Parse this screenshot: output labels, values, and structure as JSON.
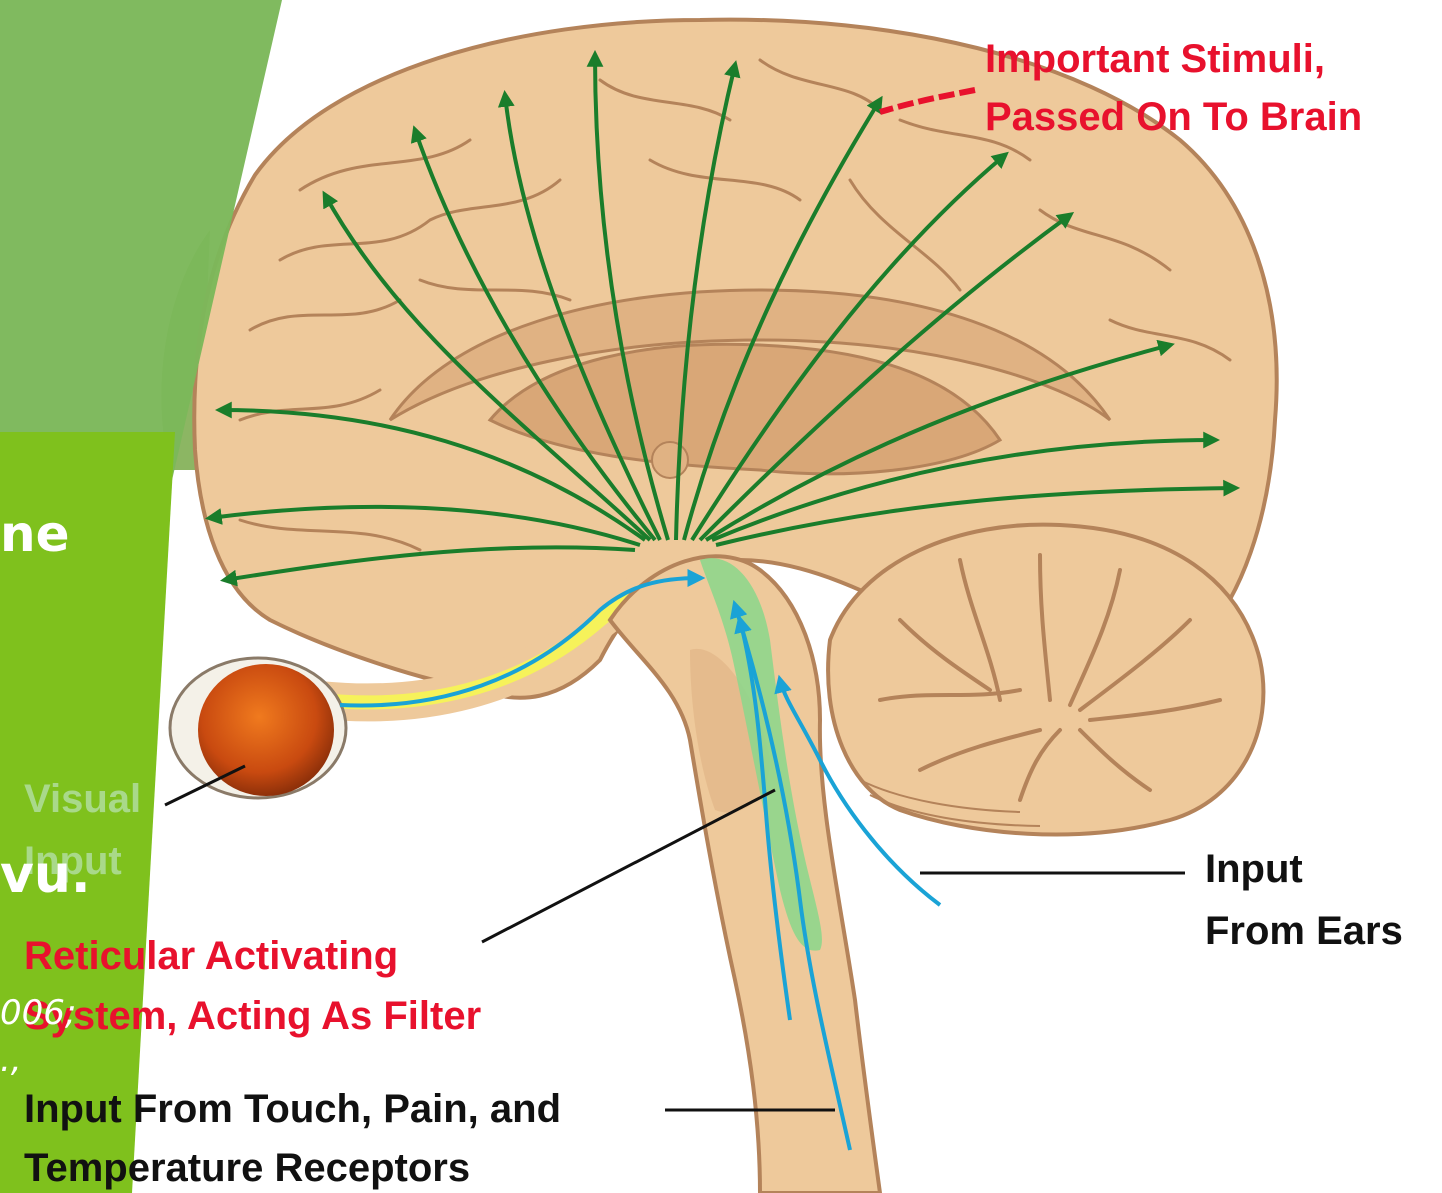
{
  "colors": {
    "slide_dark_green": "#7cb85a",
    "slide_light_green": "#7fc11d",
    "brain_fill": "#eec99b",
    "brain_outline": "#b4835a",
    "arrow_green": "#1a7d2b",
    "arrow_blue": "#1aa3d6",
    "label_red": "#e8112d",
    "label_black": "#111111"
  },
  "labels": {
    "important_stimuli": "Important Stimuli,",
    "passed_on": "Passed On To Brain",
    "input_ears_1": "Input",
    "input_ears_2": "From Ears",
    "visual_1": "Visual",
    "visual_2": "Input",
    "reticular_1": "Reticular Activating",
    "reticular_2": "System, Acting As Filter",
    "touch_1": "Input From Touch, Pain, and",
    "touch_2": "Temperature Receptors"
  },
  "slide_text": {
    "fragment_1": "ne",
    "fragment_2": "vu.",
    "fragment_3": "006;",
    "fragment_4": ".,"
  }
}
